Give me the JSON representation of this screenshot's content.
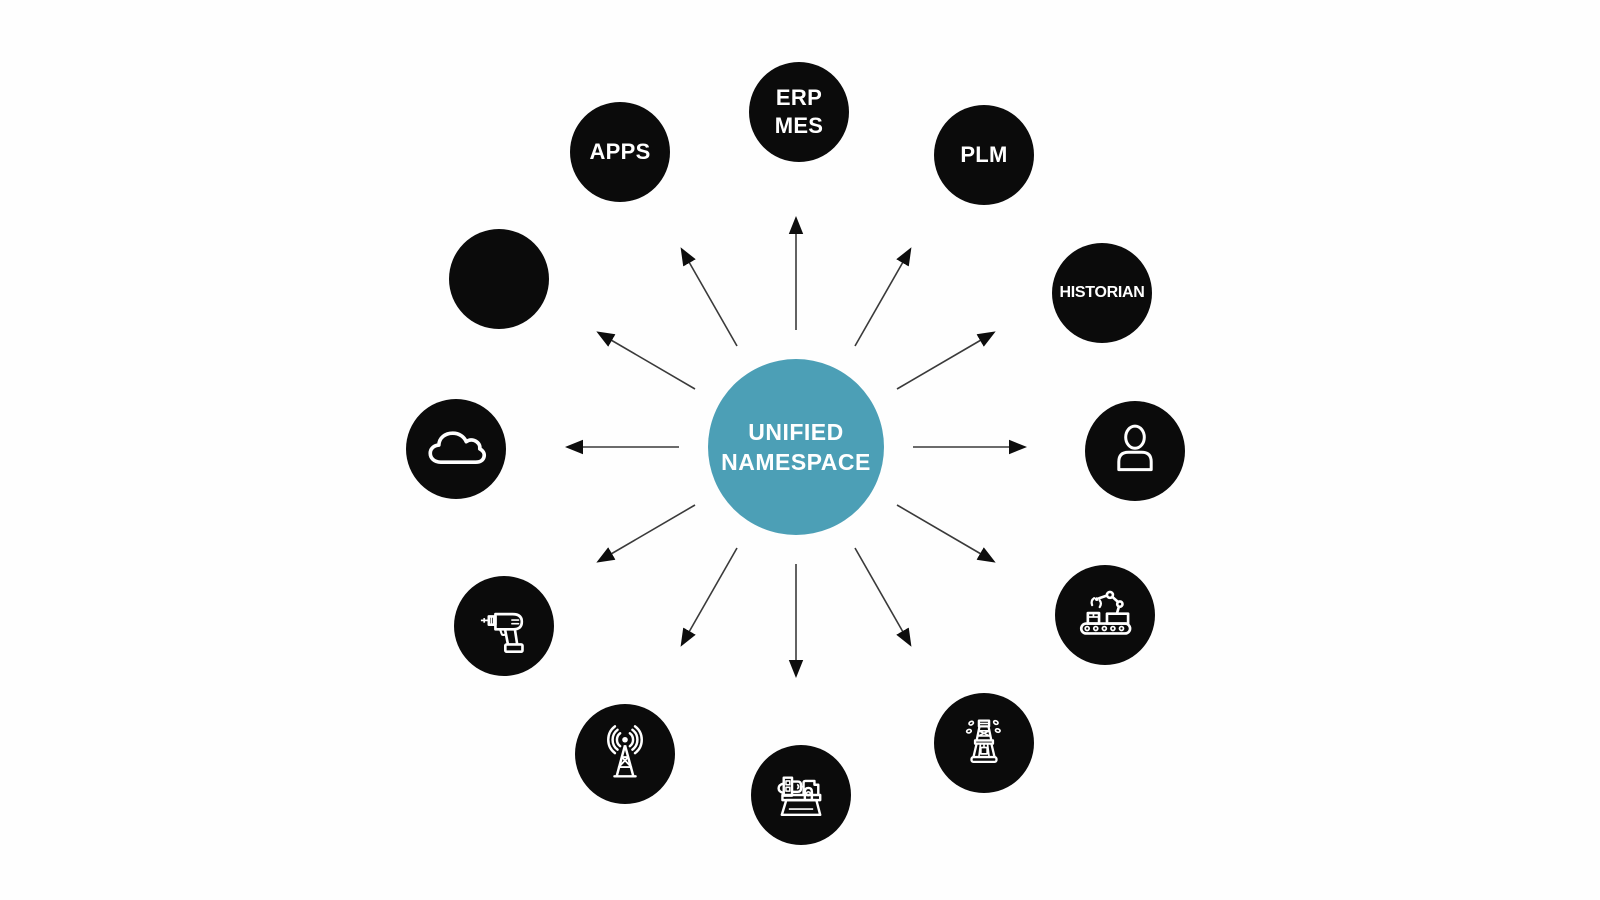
{
  "title": "Unified Namespace hub-and-spoke diagram",
  "background_color": "#FEFEFE",
  "hub": {
    "lines": [
      "UNIFIED",
      "NAMESPACE"
    ],
    "color": "#4C9FB6",
    "text_color": "#FFFFFF"
  },
  "node_color": "#0B0B0B",
  "arrow_color": "#3A3A3A",
  "arrowhead_color": "#0D0D0D",
  "icon_stroke_color": "#FFFFFF",
  "arrow_direction": "outward from hub to all 12 nodes",
  "nodes": [
    {
      "id": "erp-mes",
      "type": "text",
      "lines": [
        "ERP",
        "MES"
      ],
      "position": "top"
    },
    {
      "id": "plm",
      "type": "text",
      "lines": [
        "PLM"
      ],
      "position": "top-right"
    },
    {
      "id": "historian",
      "type": "text",
      "lines": [
        "HISTORIAN"
      ],
      "position": "upper-right"
    },
    {
      "id": "person",
      "type": "icon",
      "icon": "person-icon",
      "position": "right"
    },
    {
      "id": "robot-arm",
      "type": "icon",
      "icon": "robot-arm-conveyor-icon",
      "position": "lower-right"
    },
    {
      "id": "oil-rig",
      "type": "icon",
      "icon": "oil-rig-icon",
      "position": "bottom-right"
    },
    {
      "id": "lathe",
      "type": "icon",
      "icon": "lathe-machine-icon",
      "position": "bottom"
    },
    {
      "id": "radio-tower",
      "type": "icon",
      "icon": "radio-tower-icon",
      "position": "bottom-left"
    },
    {
      "id": "drill",
      "type": "icon",
      "icon": "power-drill-icon",
      "position": "lower-left"
    },
    {
      "id": "cloud",
      "type": "icon",
      "icon": "cloud-icon",
      "position": "left"
    },
    {
      "id": "blank",
      "type": "empty",
      "position": "upper-left"
    },
    {
      "id": "apps",
      "type": "text",
      "lines": [
        "APPS"
      ],
      "position": "top-left"
    }
  ]
}
